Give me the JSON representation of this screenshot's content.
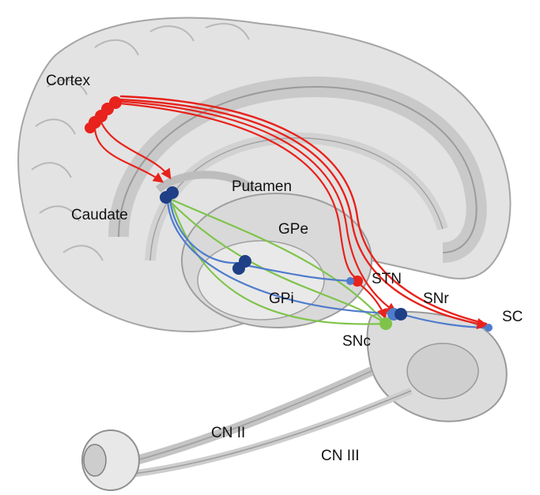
{
  "labels": {
    "cortex": "Cortex",
    "caudate": "Caudate",
    "putamen": "Putamen",
    "gpe": "GPe",
    "gpi": "GPi",
    "stn": "STN",
    "snr": "SNr",
    "snc": "SNc",
    "sc": "SC",
    "cn2": "CN II",
    "cn3": "CN III"
  },
  "colors": {
    "excitatory": "#e8221c",
    "inhibitory": "#4f7ccc",
    "dopaminergic": "#7fc44a",
    "node_blue": "#1f3f86",
    "brain_fill": "#e6e6e6",
    "brain_stroke": "#a9a9a9"
  }
}
